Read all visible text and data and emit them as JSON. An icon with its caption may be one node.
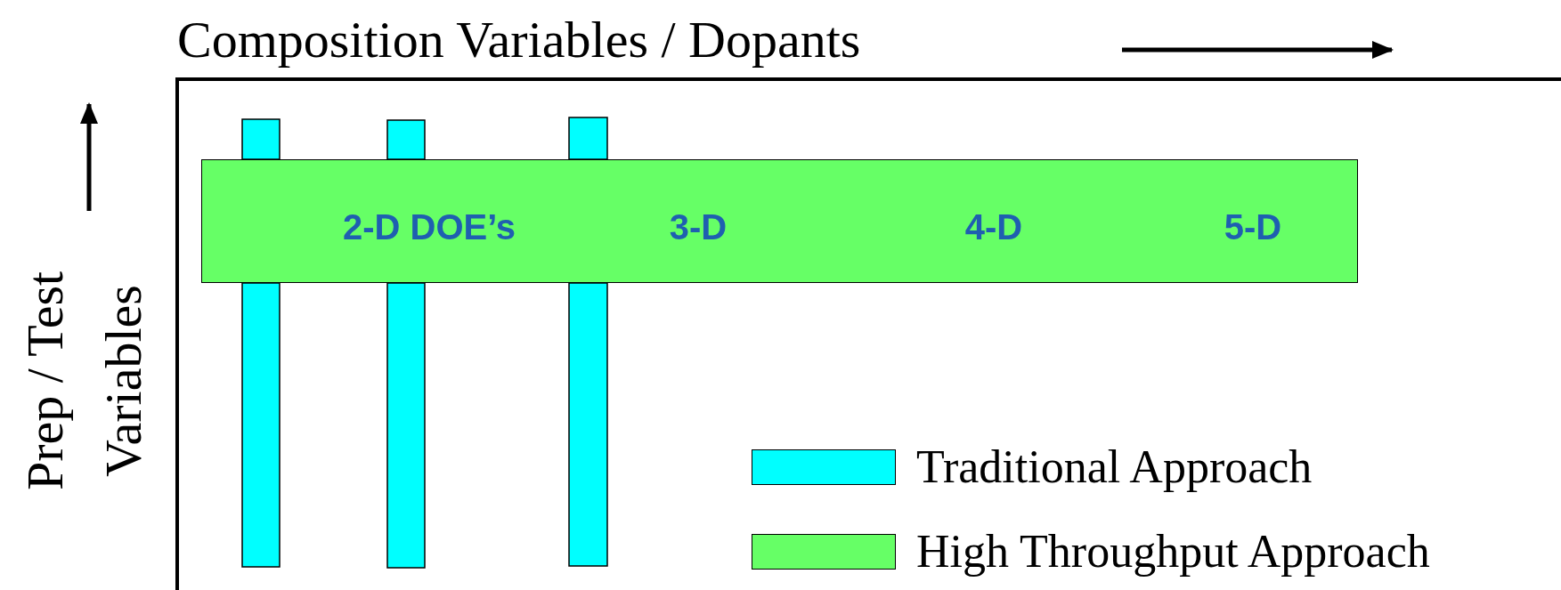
{
  "diagram": {
    "nodes": [
      {
        "text": [],
        "shape": "bar"
      },
      {
        "text": [],
        "shape": "bar"
      },
      {
        "text": [],
        "shape": "bar"
      },
      {
        "text": [
          "2-D DOE’s",
          "3-D",
          "4-D",
          "5-D"
        ]
      }
    ],
    "labels": [
      "Composition Variables / Dopants",
      "Prep / Test Variables"
    ],
    "legend": [
      {
        "text": "Traditional Approach",
        "color": "#00ffff"
      },
      {
        "text": "High Throughput Approach",
        "color": "#66ff66"
      }
    ]
  }
}
